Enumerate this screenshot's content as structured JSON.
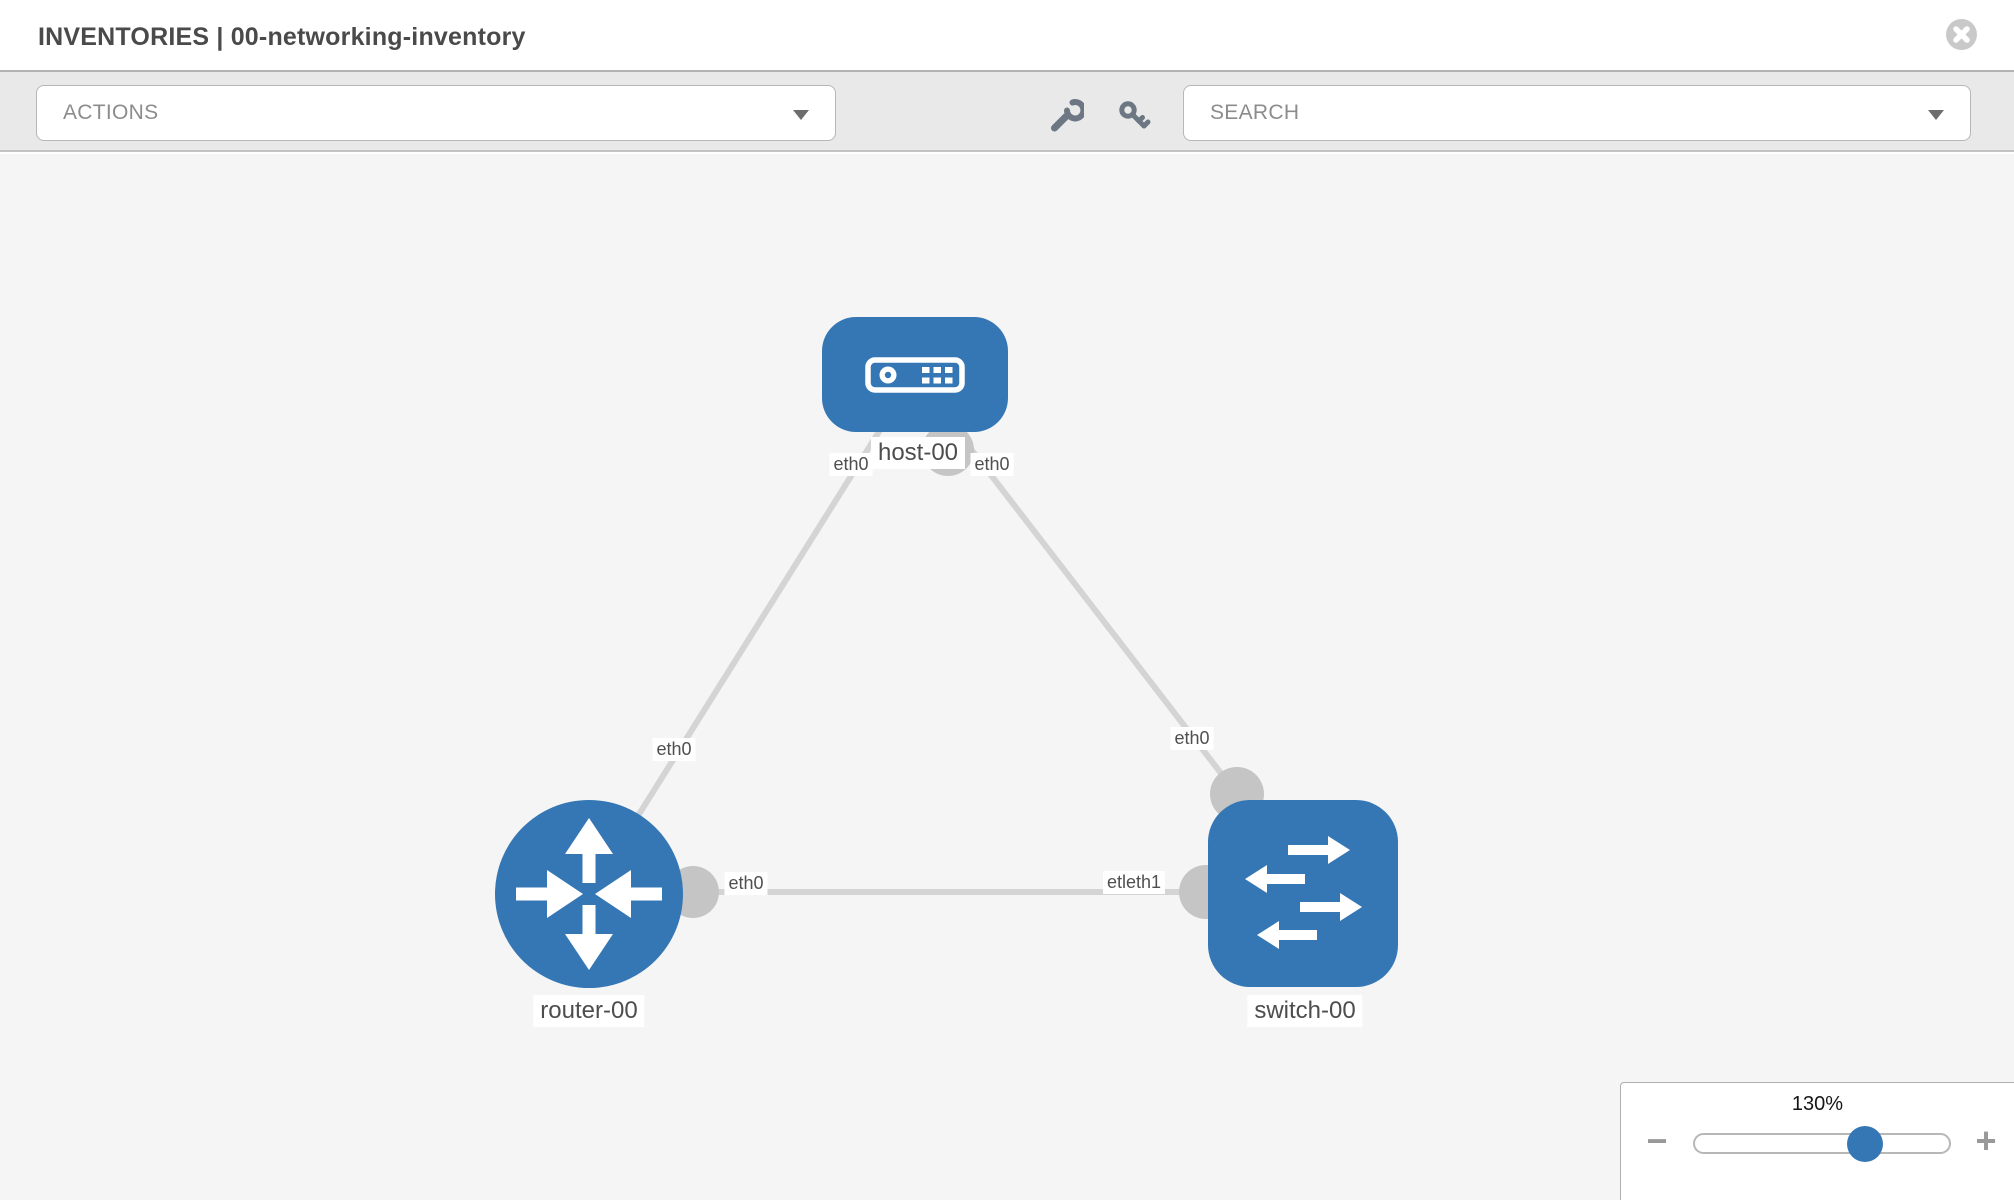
{
  "header": {
    "title": "INVENTORIES | 00-networking-inventory"
  },
  "toolbar": {
    "actions_label": "ACTIONS",
    "search_placeholder": "SEARCH",
    "icons": [
      "wrench",
      "key"
    ]
  },
  "graph": {
    "nodes": [
      {
        "label": "host-00",
        "type": "host"
      },
      {
        "label": "router-00",
        "type": "router"
      },
      {
        "label": "switch-00",
        "type": "switch"
      }
    ],
    "edges": [
      {
        "from": "host-00",
        "to": "router-00"
      },
      {
        "from": "host-00",
        "to": "switch-00"
      },
      {
        "from": "router-00",
        "to": "switch-00"
      }
    ],
    "interface_labels": [
      {
        "text": "eth0",
        "edge": "host-router",
        "near": "host"
      },
      {
        "text": "eth0",
        "edge": "host-switch",
        "near": "host"
      },
      {
        "text": "eth0",
        "edge": "host-router",
        "near": "router"
      },
      {
        "text": "eth0",
        "edge": "host-switch",
        "near": "switch"
      },
      {
        "text": "eth0",
        "edge": "router-switch",
        "near": "router"
      },
      {
        "text": "etleth1",
        "edge": "router-switch",
        "near": "switch"
      }
    ],
    "colors": {
      "node_fill": "#3577b5",
      "edge": "#d4d4d4",
      "interface_dot": "#c5c5c5",
      "canvas_bg": "#f5f5f5"
    }
  },
  "zoom_control": {
    "level": "130%",
    "minus_label": "−",
    "plus_label": "+"
  }
}
